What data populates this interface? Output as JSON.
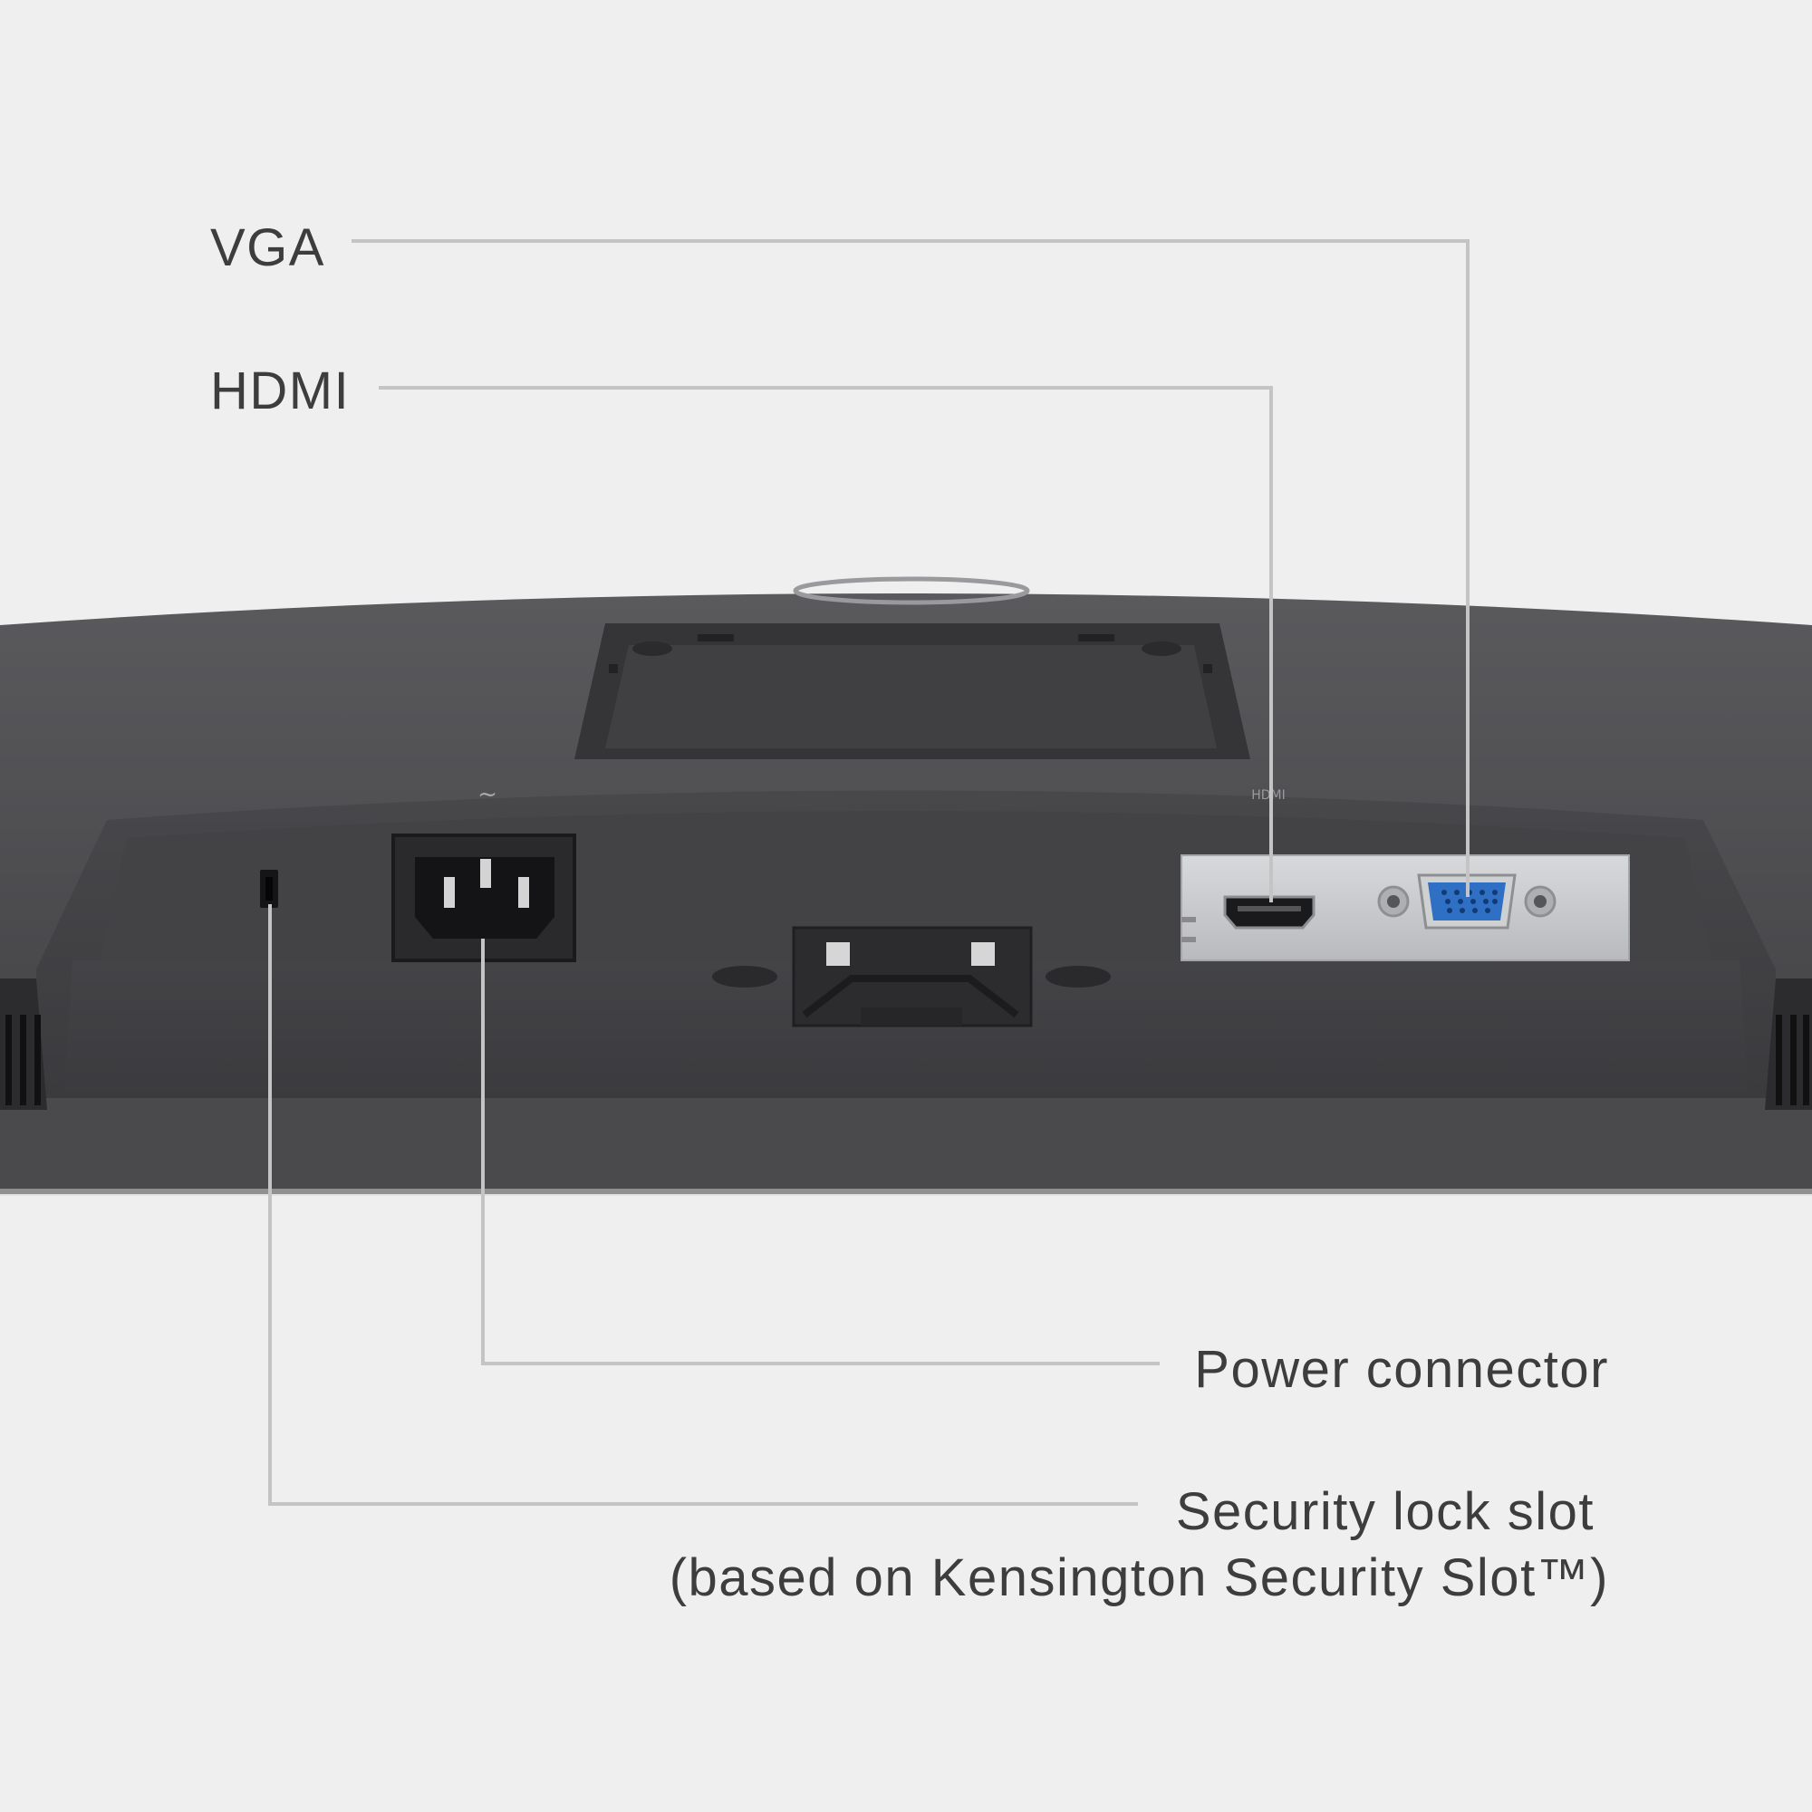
{
  "callouts": {
    "vga": "VGA",
    "hdmi": "HDMI",
    "power": "Power connector",
    "security": "Security lock slot",
    "security_note": "(based on Kensington Security Slot™)"
  },
  "colors": {
    "background": "#efefef",
    "monitor_body": "#4a4a4c",
    "port_plate": "#c9cacc",
    "vga_port": "#2f6fc4",
    "leader_line": "#c4c4c4",
    "text": "#3d3d3d"
  }
}
